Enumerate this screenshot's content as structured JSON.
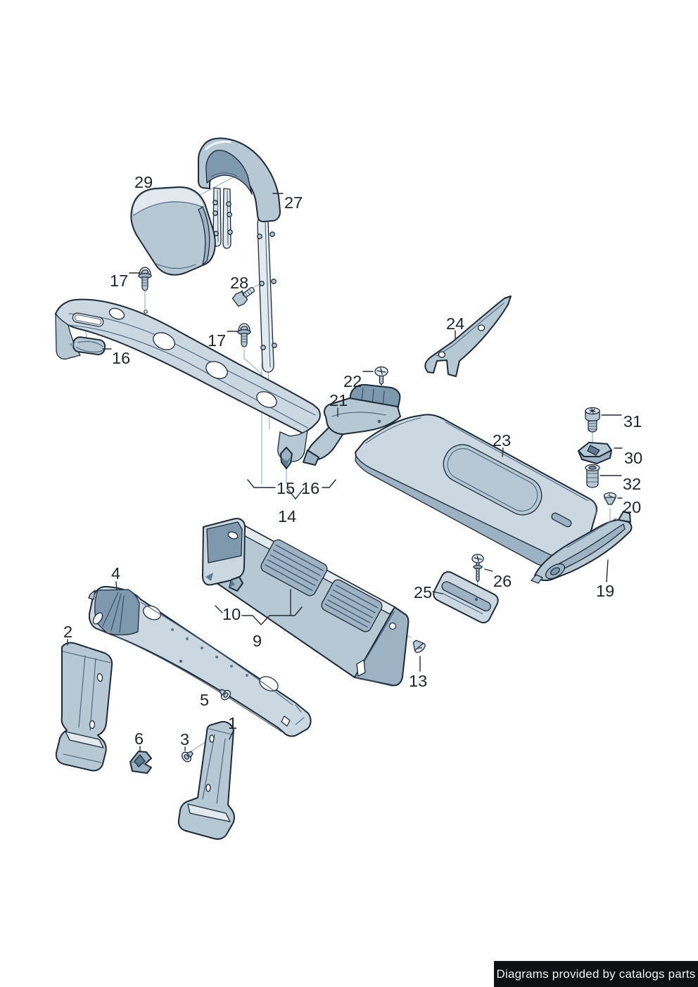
{
  "diagram": {
    "type": "exploded-parts-diagram",
    "callouts": {
      "c1": {
        "label": "1"
      },
      "c2": {
        "label": "2"
      },
      "c3": {
        "label": "3"
      },
      "c4": {
        "label": "4"
      },
      "c5": {
        "label": "5"
      },
      "c6": {
        "label": "6"
      },
      "c9": {
        "label": "9"
      },
      "c10": {
        "label": "10"
      },
      "c13": {
        "label": "13"
      },
      "c14": {
        "label": "14"
      },
      "c15": {
        "label": "15"
      },
      "c16_cap": {
        "label": "16"
      },
      "c16_group": {
        "label": "16"
      },
      "c17_left": {
        "label": "17"
      },
      "c17_mid": {
        "label": "17"
      },
      "c19": {
        "label": "19"
      },
      "c20": {
        "label": "20"
      },
      "c21": {
        "label": "21"
      },
      "c22": {
        "label": "22"
      },
      "c23": {
        "label": "23"
      },
      "c24": {
        "label": "24"
      },
      "c25": {
        "label": "25"
      },
      "c26": {
        "label": "26"
      },
      "c27": {
        "label": "27"
      },
      "c28": {
        "label": "28"
      },
      "c29": {
        "label": "29"
      },
      "c30": {
        "label": "30"
      },
      "c31": {
        "label": "31"
      },
      "c32": {
        "label": "32"
      }
    }
  },
  "footer": {
    "credit": "Diagrams provided by catalogs parts"
  },
  "colors": {
    "background": "#ffffff",
    "part_fill_light": "#cbd8e2",
    "part_fill_mid": "#9db3c3",
    "part_fill_dark": "#7e99ad",
    "outline": "#1c2b37",
    "leader_line": "#a6bdcf",
    "label_text": "#20262c",
    "banner_background": "#0e1013",
    "banner_text": "#f1f1f1"
  }
}
